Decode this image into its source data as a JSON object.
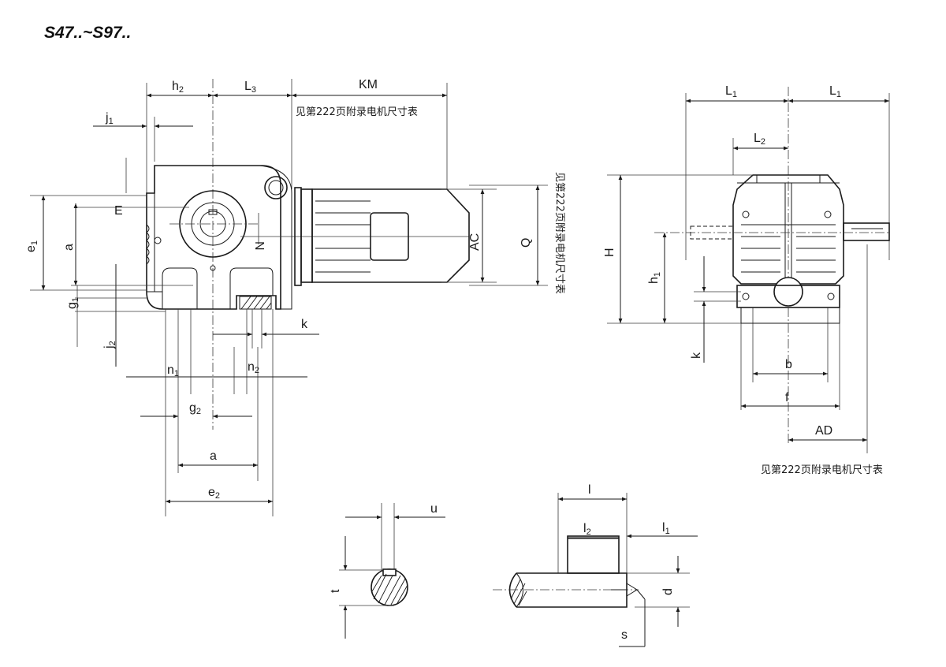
{
  "title": "S47..~S97..",
  "notes": {
    "motor_ref_top": "见第222页附录电机尺寸表",
    "motor_ref_vertical": "见第222页附录电机尺寸表",
    "motor_ref_right": "见第222页附录电机尺寸表"
  },
  "front_view": {
    "h2": {
      "main": "h",
      "sub": "2"
    },
    "L3": {
      "main": "L",
      "sub": "3"
    },
    "KM": "KM",
    "j1": {
      "main": "j",
      "sub": "1"
    },
    "E": "E",
    "e1": {
      "main": "e",
      "sub": "1"
    },
    "a_left": "a",
    "N": "N",
    "AC": "AC",
    "Q": "Q",
    "g1": {
      "main": "g",
      "sub": "1"
    },
    "j2": {
      "main": "j",
      "sub": "2"
    },
    "k": "k",
    "n1": {
      "main": "n",
      "sub": "1"
    },
    "n2": {
      "main": "n",
      "sub": "2"
    },
    "g2": {
      "main": "g",
      "sub": "2"
    },
    "a_bottom": "a",
    "e2": {
      "main": "e",
      "sub": "2"
    }
  },
  "side_view": {
    "L1_left": {
      "main": "L",
      "sub": "1"
    },
    "L1_right": {
      "main": "L",
      "sub": "1"
    },
    "L2": {
      "main": "L",
      "sub": "2"
    },
    "H": "H",
    "h1": {
      "main": "h",
      "sub": "1"
    },
    "k": "k",
    "b": "b",
    "f": "f",
    "AD": "AD"
  },
  "shaft_section": {
    "u": "u",
    "t": "t"
  },
  "shaft_side": {
    "l": "l",
    "l2": {
      "main": "l",
      "sub": "2"
    },
    "l1": {
      "main": "l",
      "sub": "1"
    },
    "d": "d",
    "s": "s"
  }
}
